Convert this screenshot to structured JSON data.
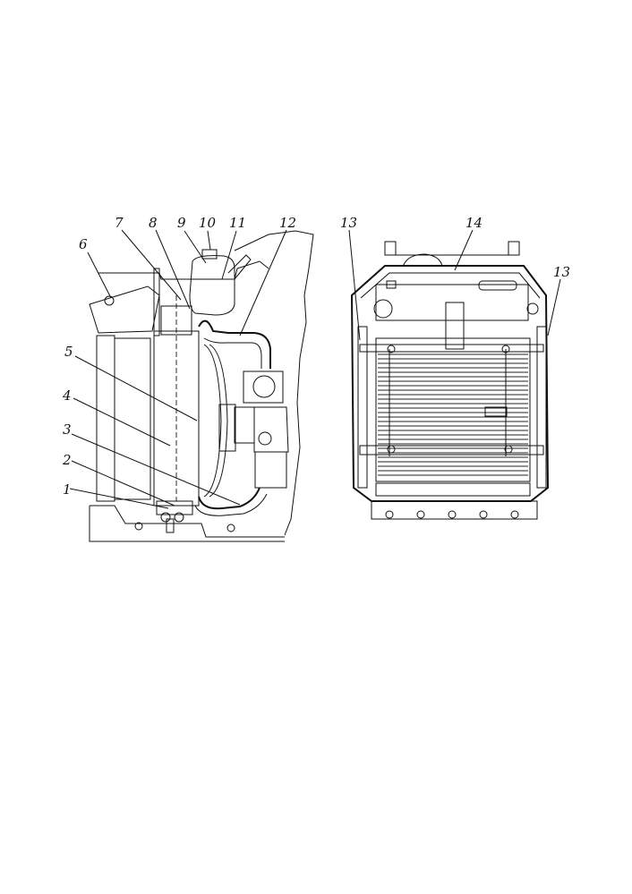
{
  "figure": {
    "left_view": {
      "callouts": [
        "1",
        "2",
        "3",
        "4",
        "5",
        "6",
        "7",
        "8",
        "9",
        "10",
        "11",
        "12"
      ]
    },
    "right_view": {
      "callouts": [
        "13",
        "14",
        "13"
      ]
    }
  }
}
